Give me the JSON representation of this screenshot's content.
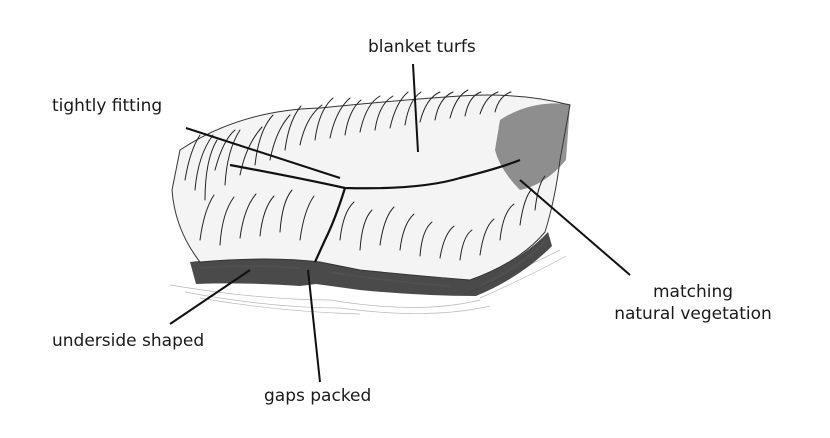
{
  "labels": {
    "blanket_turfs": "blanket turfs",
    "tightly_fitting": "tightly fitting",
    "matching_line1": "matching",
    "matching_line2": "natural vegetation",
    "underside_shaped": "underside shaped",
    "gaps_packed": "gaps packed"
  },
  "colors": {
    "ink": "#1a1a1a",
    "background": "#ffffff"
  }
}
